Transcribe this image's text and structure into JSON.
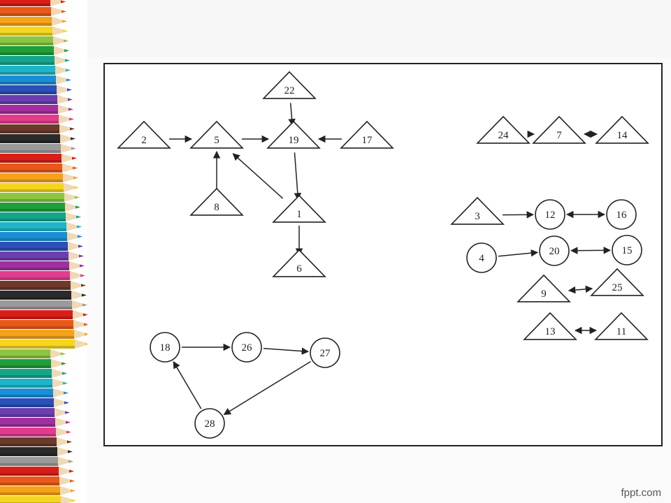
{
  "diagram": {
    "nodes": [
      {
        "id": "n22",
        "label": "22",
        "shape": "triangle"
      },
      {
        "id": "n2",
        "label": "2",
        "shape": "triangle"
      },
      {
        "id": "n5",
        "label": "5",
        "shape": "triangle"
      },
      {
        "id": "n19",
        "label": "19",
        "shape": "triangle"
      },
      {
        "id": "n17",
        "label": "17",
        "shape": "triangle"
      },
      {
        "id": "n8",
        "label": "8",
        "shape": "triangle"
      },
      {
        "id": "n1",
        "label": "1",
        "shape": "triangle"
      },
      {
        "id": "n6",
        "label": "6",
        "shape": "triangle"
      },
      {
        "id": "n24",
        "label": "24",
        "shape": "triangle"
      },
      {
        "id": "n7",
        "label": "7",
        "shape": "triangle"
      },
      {
        "id": "n14",
        "label": "14",
        "shape": "triangle"
      },
      {
        "id": "n3",
        "label": "3",
        "shape": "triangle"
      },
      {
        "id": "n12",
        "label": "12",
        "shape": "circle"
      },
      {
        "id": "n16",
        "label": "16",
        "shape": "circle"
      },
      {
        "id": "n4",
        "label": "4",
        "shape": "circle"
      },
      {
        "id": "n20",
        "label": "20",
        "shape": "circle"
      },
      {
        "id": "n15",
        "label": "15",
        "shape": "circle"
      },
      {
        "id": "n9",
        "label": "9",
        "shape": "triangle"
      },
      {
        "id": "n25",
        "label": "25",
        "shape": "triangle"
      },
      {
        "id": "n13",
        "label": "13",
        "shape": "triangle"
      },
      {
        "id": "n11",
        "label": "11",
        "shape": "triangle"
      },
      {
        "id": "n18",
        "label": "18",
        "shape": "circle"
      },
      {
        "id": "n26",
        "label": "26",
        "shape": "circle"
      },
      {
        "id": "n27",
        "label": "27",
        "shape": "circle"
      },
      {
        "id": "n28",
        "label": "28",
        "shape": "circle"
      }
    ],
    "edges": [
      {
        "from": "n2",
        "to": "n5",
        "type": "directed"
      },
      {
        "from": "n5",
        "to": "n19",
        "type": "directed"
      },
      {
        "from": "n22",
        "to": "n19",
        "type": "directed"
      },
      {
        "from": "n17",
        "to": "n19",
        "type": "directed"
      },
      {
        "from": "n8",
        "to": "n5",
        "type": "directed"
      },
      {
        "from": "n19",
        "to": "n1",
        "type": "directed"
      },
      {
        "from": "n1",
        "to": "n5",
        "type": "directed"
      },
      {
        "from": "n1",
        "to": "n6",
        "type": "directed"
      },
      {
        "from": "n24",
        "to": "n7",
        "type": "directed"
      },
      {
        "from": "n7",
        "to": "n14",
        "type": "bidirectional"
      },
      {
        "from": "n3",
        "to": "n12",
        "type": "directed"
      },
      {
        "from": "n12",
        "to": "n16",
        "type": "bidirectional"
      },
      {
        "from": "n4",
        "to": "n20",
        "type": "directed"
      },
      {
        "from": "n20",
        "to": "n15",
        "type": "bidirectional"
      },
      {
        "from": "n9",
        "to": "n25",
        "type": "bidirectional"
      },
      {
        "from": "n13",
        "to": "n11",
        "type": "bidirectional"
      },
      {
        "from": "n18",
        "to": "n26",
        "type": "directed"
      },
      {
        "from": "n26",
        "to": "n27",
        "type": "directed"
      },
      {
        "from": "n27",
        "to": "n28",
        "type": "directed"
      },
      {
        "from": "n28",
        "to": "n18",
        "type": "directed"
      }
    ]
  },
  "footer": {
    "watermark": "fppt.com"
  }
}
